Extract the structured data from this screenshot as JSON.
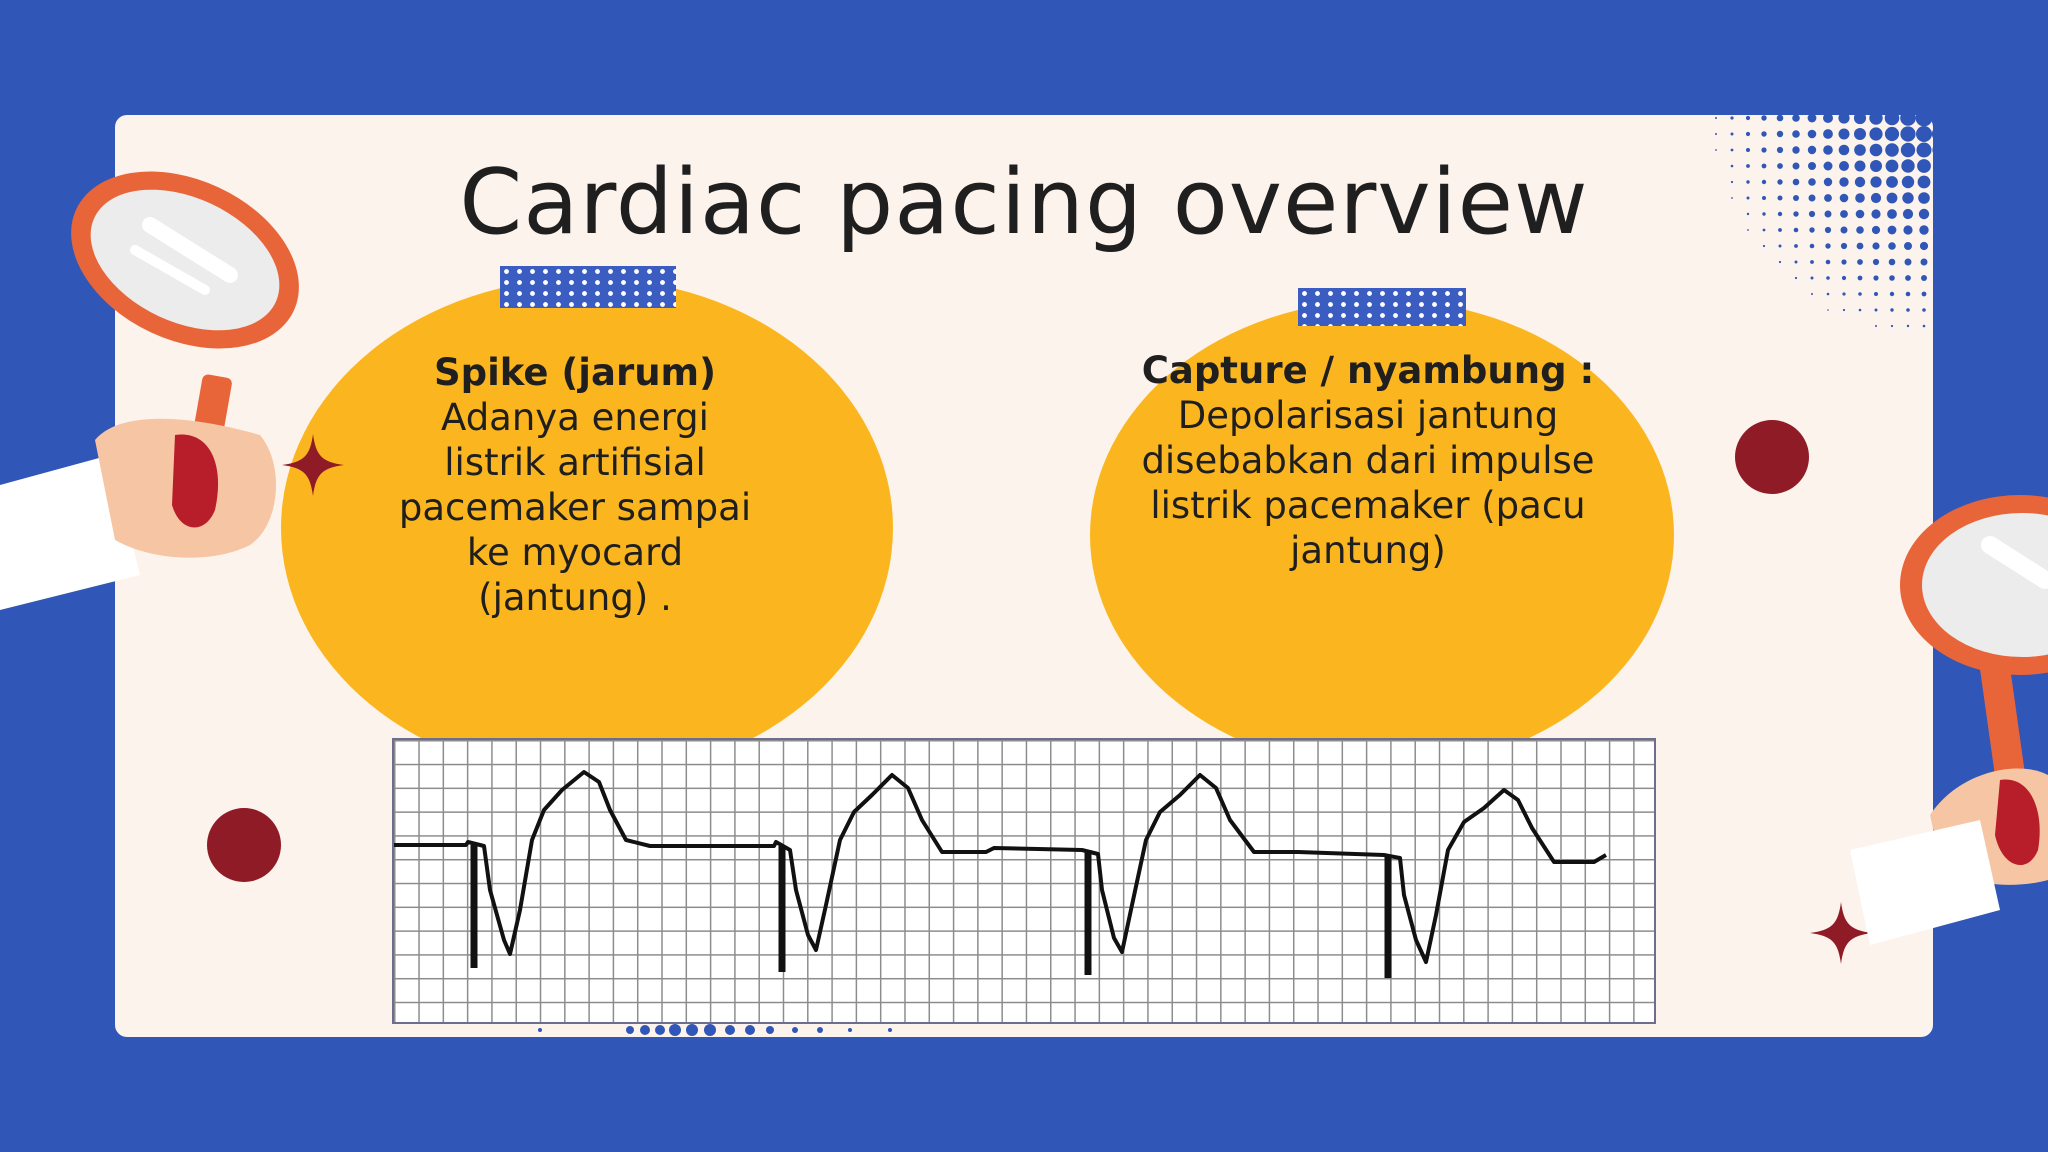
{
  "slide": {
    "title": "Cardiac pacing overview"
  },
  "cards": [
    {
      "heading": "Spike (jarum)",
      "body": "Adanya energi\nlistrik artifisial\npacemaker sampai\nke myocard\n(jantung) ."
    },
    {
      "heading": "Capture / nyambung :",
      "body": "Depolarisasi jantung\ndisebabkan dari impulse\nlistrik pacemaker (pacu\njantung)"
    }
  ],
  "colors": {
    "background": "#3056b8",
    "card": "#fcf3ec",
    "blob": "#fbb61f",
    "accent_red": "#8f1b27",
    "tape": "#3b5cc0"
  },
  "icons": [
    "magnifier-hand-left-icon",
    "magnifier-hand-right-icon",
    "sparkle-star-icon",
    "halftone-dots-icon"
  ]
}
